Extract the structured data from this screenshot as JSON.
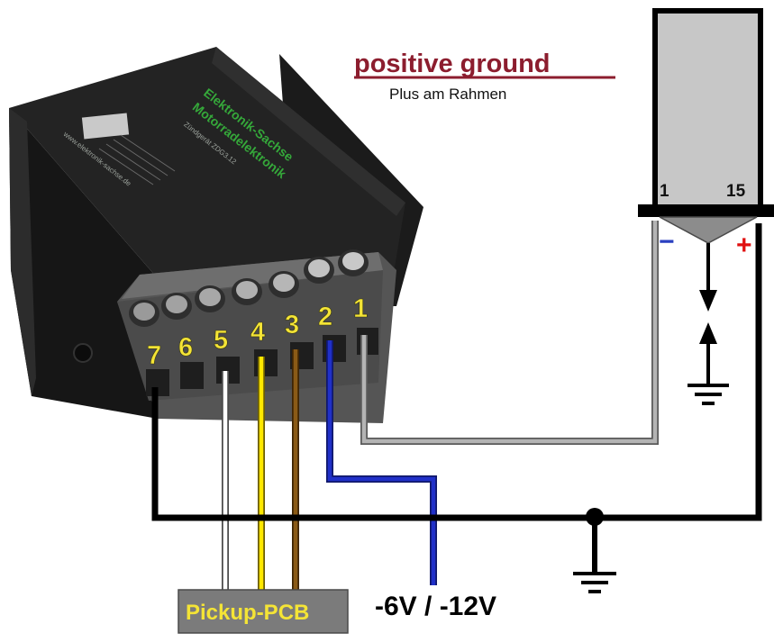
{
  "title": "positive ground",
  "subtitle": "Plus am Rahmen",
  "terminals": [
    "7",
    "6",
    "5",
    "4",
    "3",
    "2",
    "1"
  ],
  "coil": {
    "left_label": "1",
    "right_label": "15",
    "minus": "−",
    "plus": "+"
  },
  "pcb_label": "Pickup-PCB",
  "voltage_label": "-6V / -12V",
  "module": {
    "brand": "Elektronik-Sachse",
    "subtitle": "Motorradelektronik",
    "model": "Zündgerät ZDG3.12",
    "url": "www.elektronik-sachse.de"
  },
  "colors": {
    "title": "#8c1d2e",
    "terminal_numbers": "#f4e436",
    "pcb_box": "#7b7b7b",
    "wire_black": "#000000",
    "wire_white": "#ffffff",
    "wire_yellow": "#ffe800",
    "wire_brown": "#8a5a16",
    "wire_blue": "#2030c8",
    "wire_grey": "#b4b4b4",
    "minus": "#2a40c0",
    "plus": "#e01010"
  }
}
